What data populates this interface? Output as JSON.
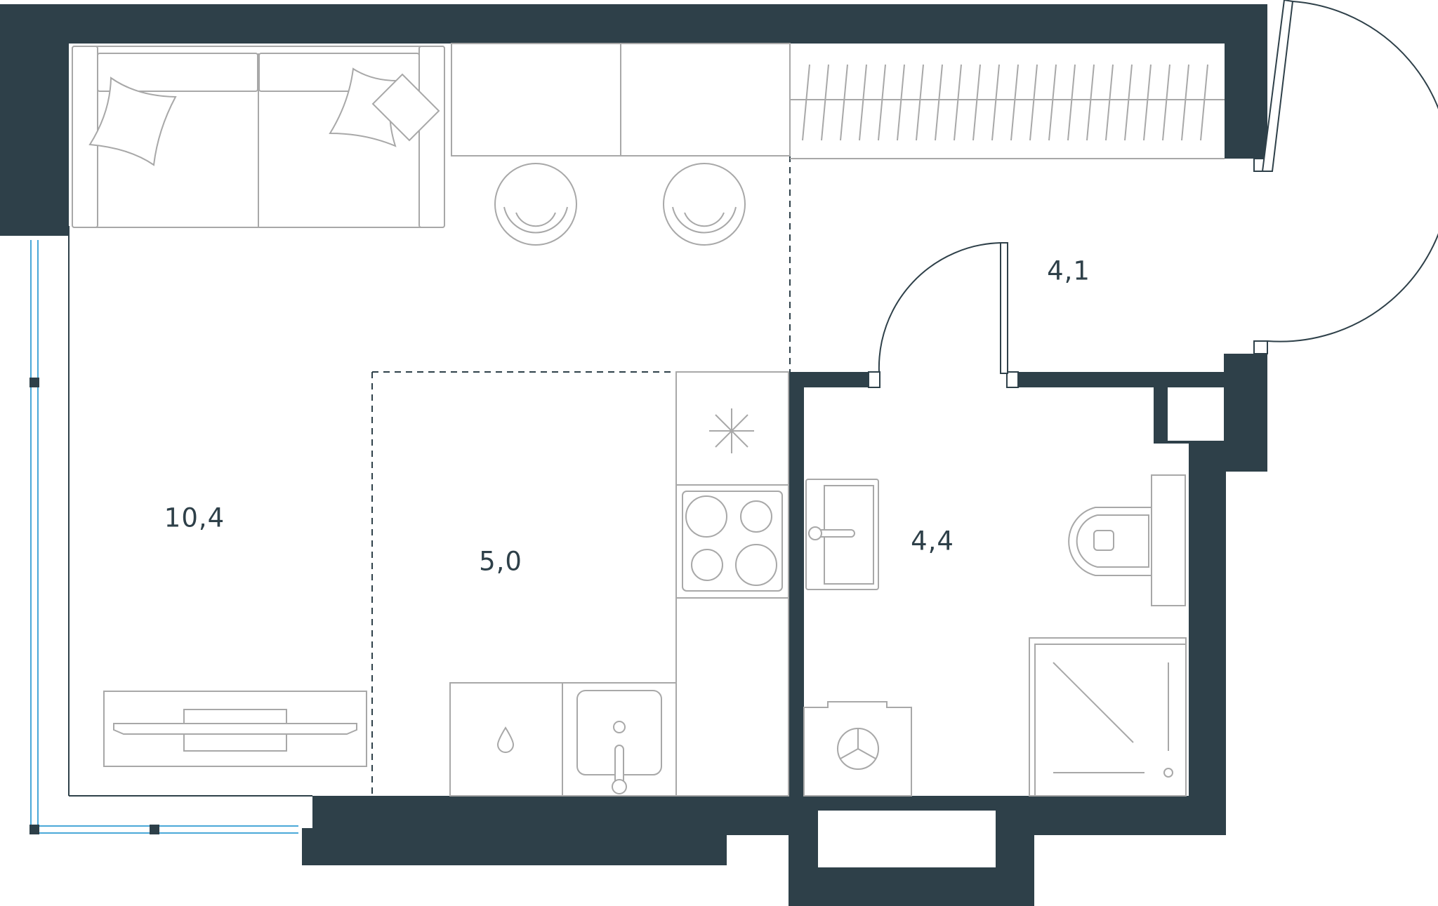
{
  "rooms": [
    {
      "id": "living",
      "area": "10,4"
    },
    {
      "id": "kitchen",
      "area": "5,0"
    },
    {
      "id": "bath",
      "area": "4,4"
    },
    {
      "id": "hall",
      "area": "4,1"
    }
  ],
  "colors": {
    "wall": "#2e4049",
    "furniture": "#a8a8a8",
    "window": "#4aa8d8",
    "background": "#ffffff"
  }
}
